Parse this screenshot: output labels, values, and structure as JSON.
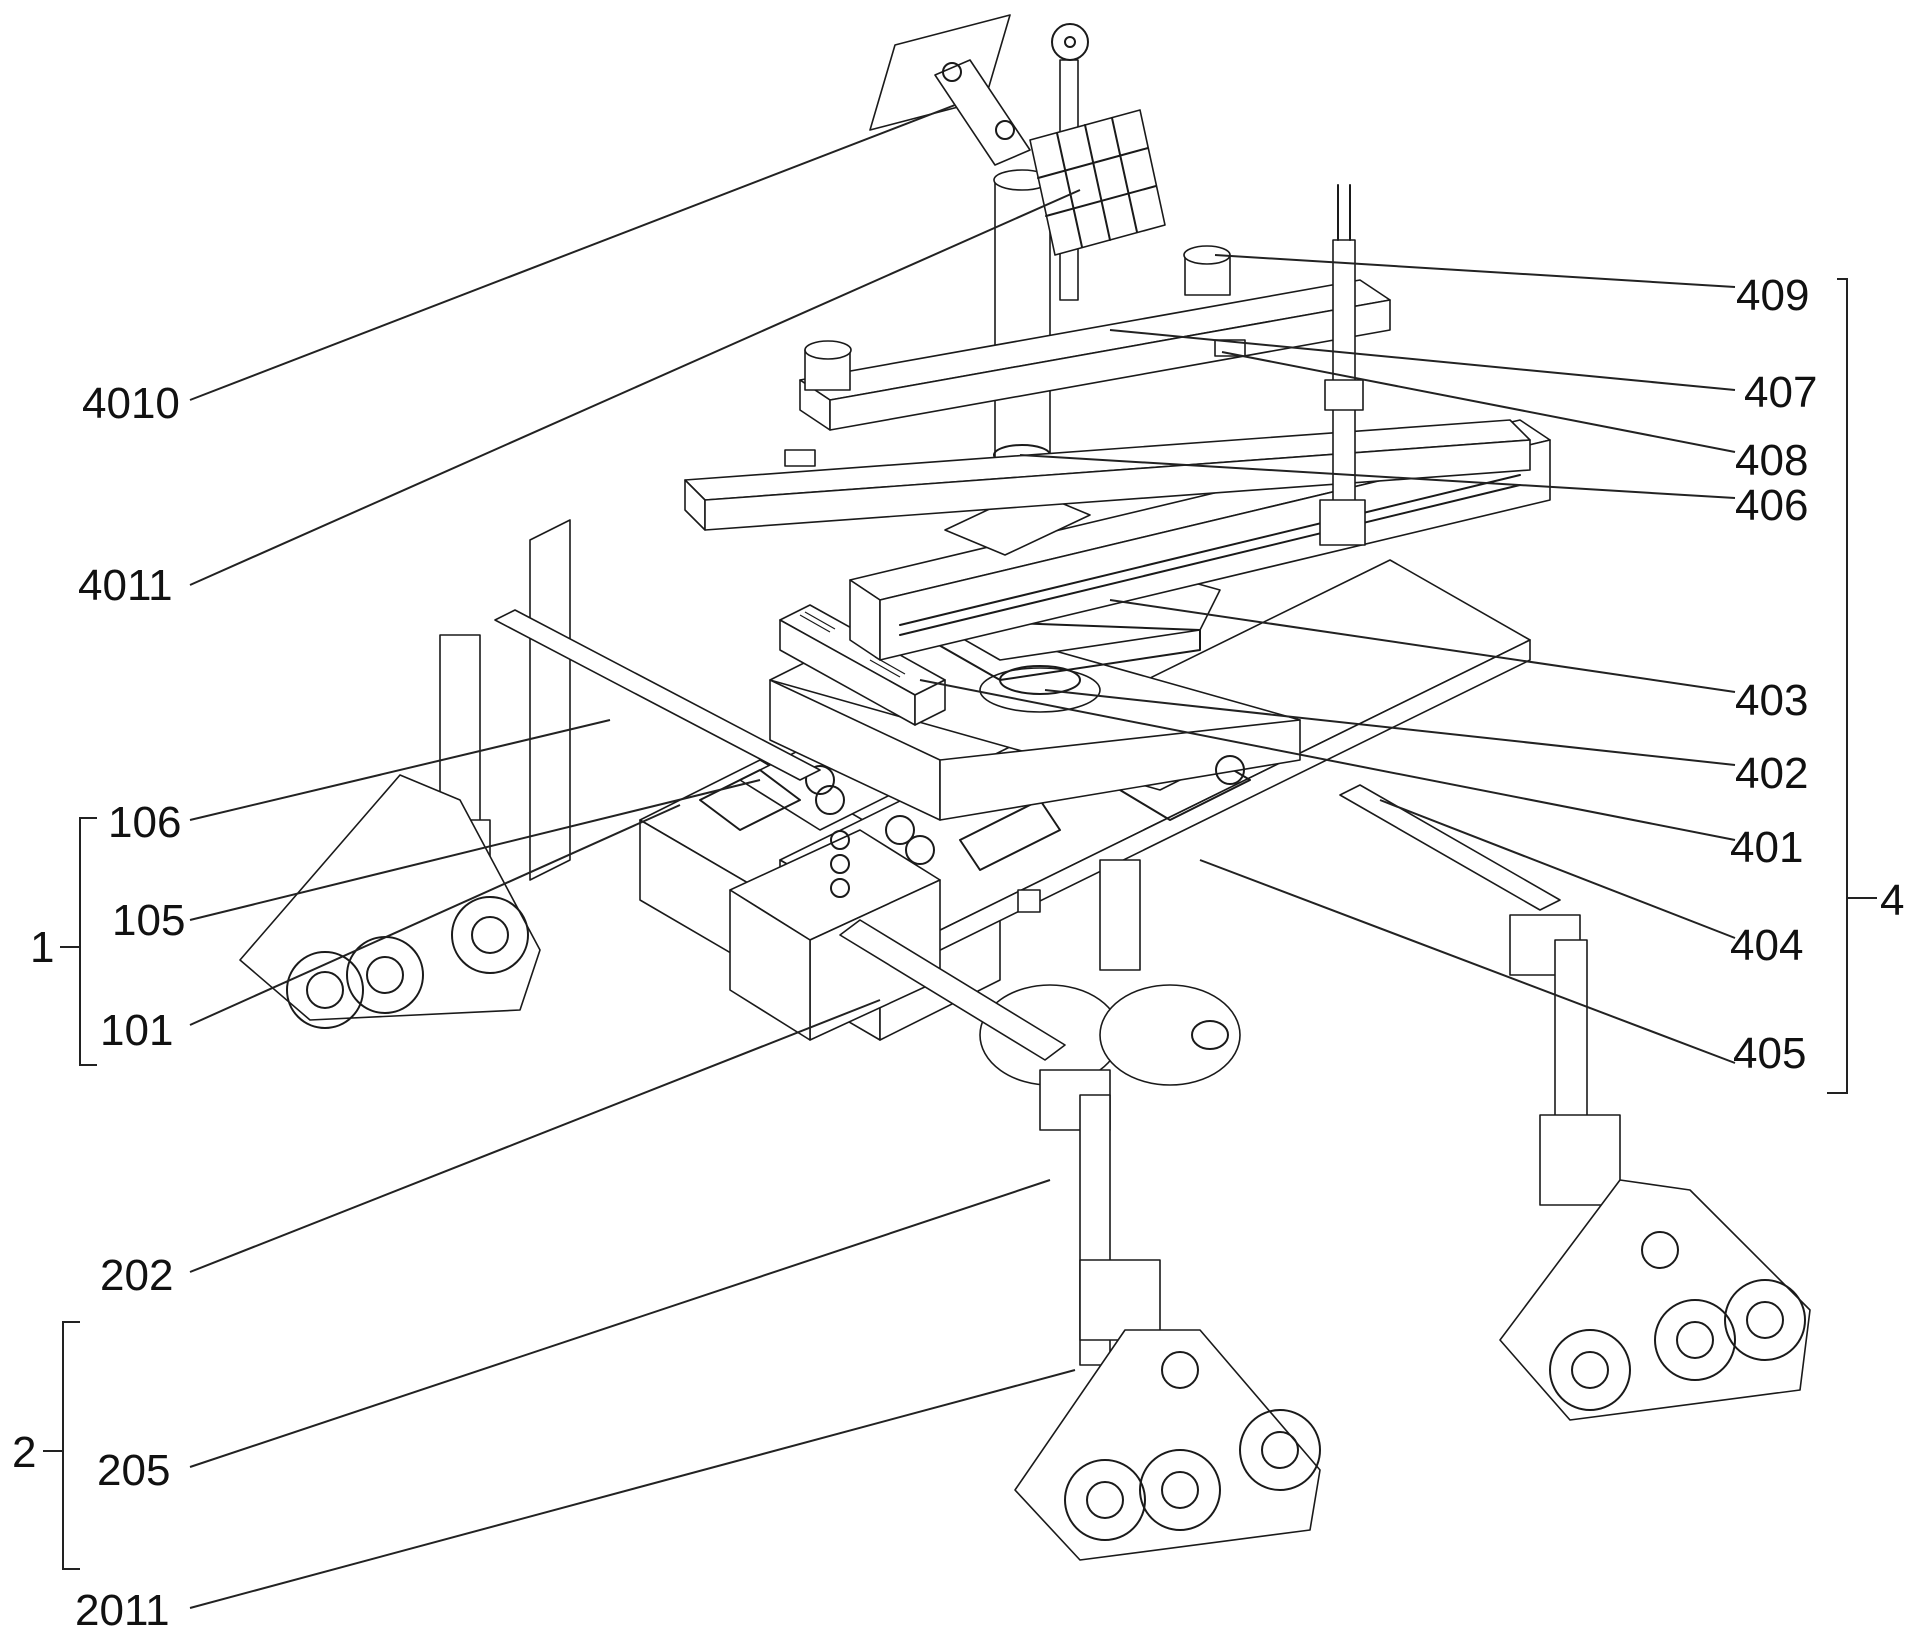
{
  "figure": {
    "description": "Patent-style isometric line drawing of a tracked agricultural robot vehicle with a central gantry, solar panel, camera mount and tilling rollers",
    "line_color": "#1a1a1a",
    "background": "#ffffff"
  },
  "labels": [
    {
      "id": "4010",
      "text": "4010",
      "side": "left"
    },
    {
      "id": "4011",
      "text": "4011",
      "side": "left"
    },
    {
      "id": "106",
      "text": "106",
      "side": "left"
    },
    {
      "id": "105",
      "text": "105",
      "side": "left"
    },
    {
      "id": "101",
      "text": "101",
      "side": "left"
    },
    {
      "id": "202",
      "text": "202",
      "side": "left"
    },
    {
      "id": "205",
      "text": "205",
      "side": "left"
    },
    {
      "id": "2011",
      "text": "2011",
      "side": "left"
    },
    {
      "id": "409",
      "text": "409",
      "side": "right"
    },
    {
      "id": "407",
      "text": "407",
      "side": "right"
    },
    {
      "id": "408",
      "text": "408",
      "side": "right"
    },
    {
      "id": "406",
      "text": "406",
      "side": "right"
    },
    {
      "id": "403",
      "text": "403",
      "side": "right"
    },
    {
      "id": "402",
      "text": "402",
      "side": "right"
    },
    {
      "id": "401",
      "text": "401",
      "side": "right"
    },
    {
      "id": "404",
      "text": "404",
      "side": "right"
    },
    {
      "id": "405",
      "text": "405",
      "side": "right"
    }
  ],
  "groups": [
    {
      "id": "1",
      "text": "1",
      "members": [
        "106",
        "105",
        "101"
      ]
    },
    {
      "id": "2",
      "text": "2",
      "members": [
        "205"
      ]
    },
    {
      "id": "4",
      "text": "4",
      "members": [
        "409",
        "407",
        "408",
        "406",
        "403",
        "402",
        "401",
        "404",
        "405"
      ]
    }
  ]
}
